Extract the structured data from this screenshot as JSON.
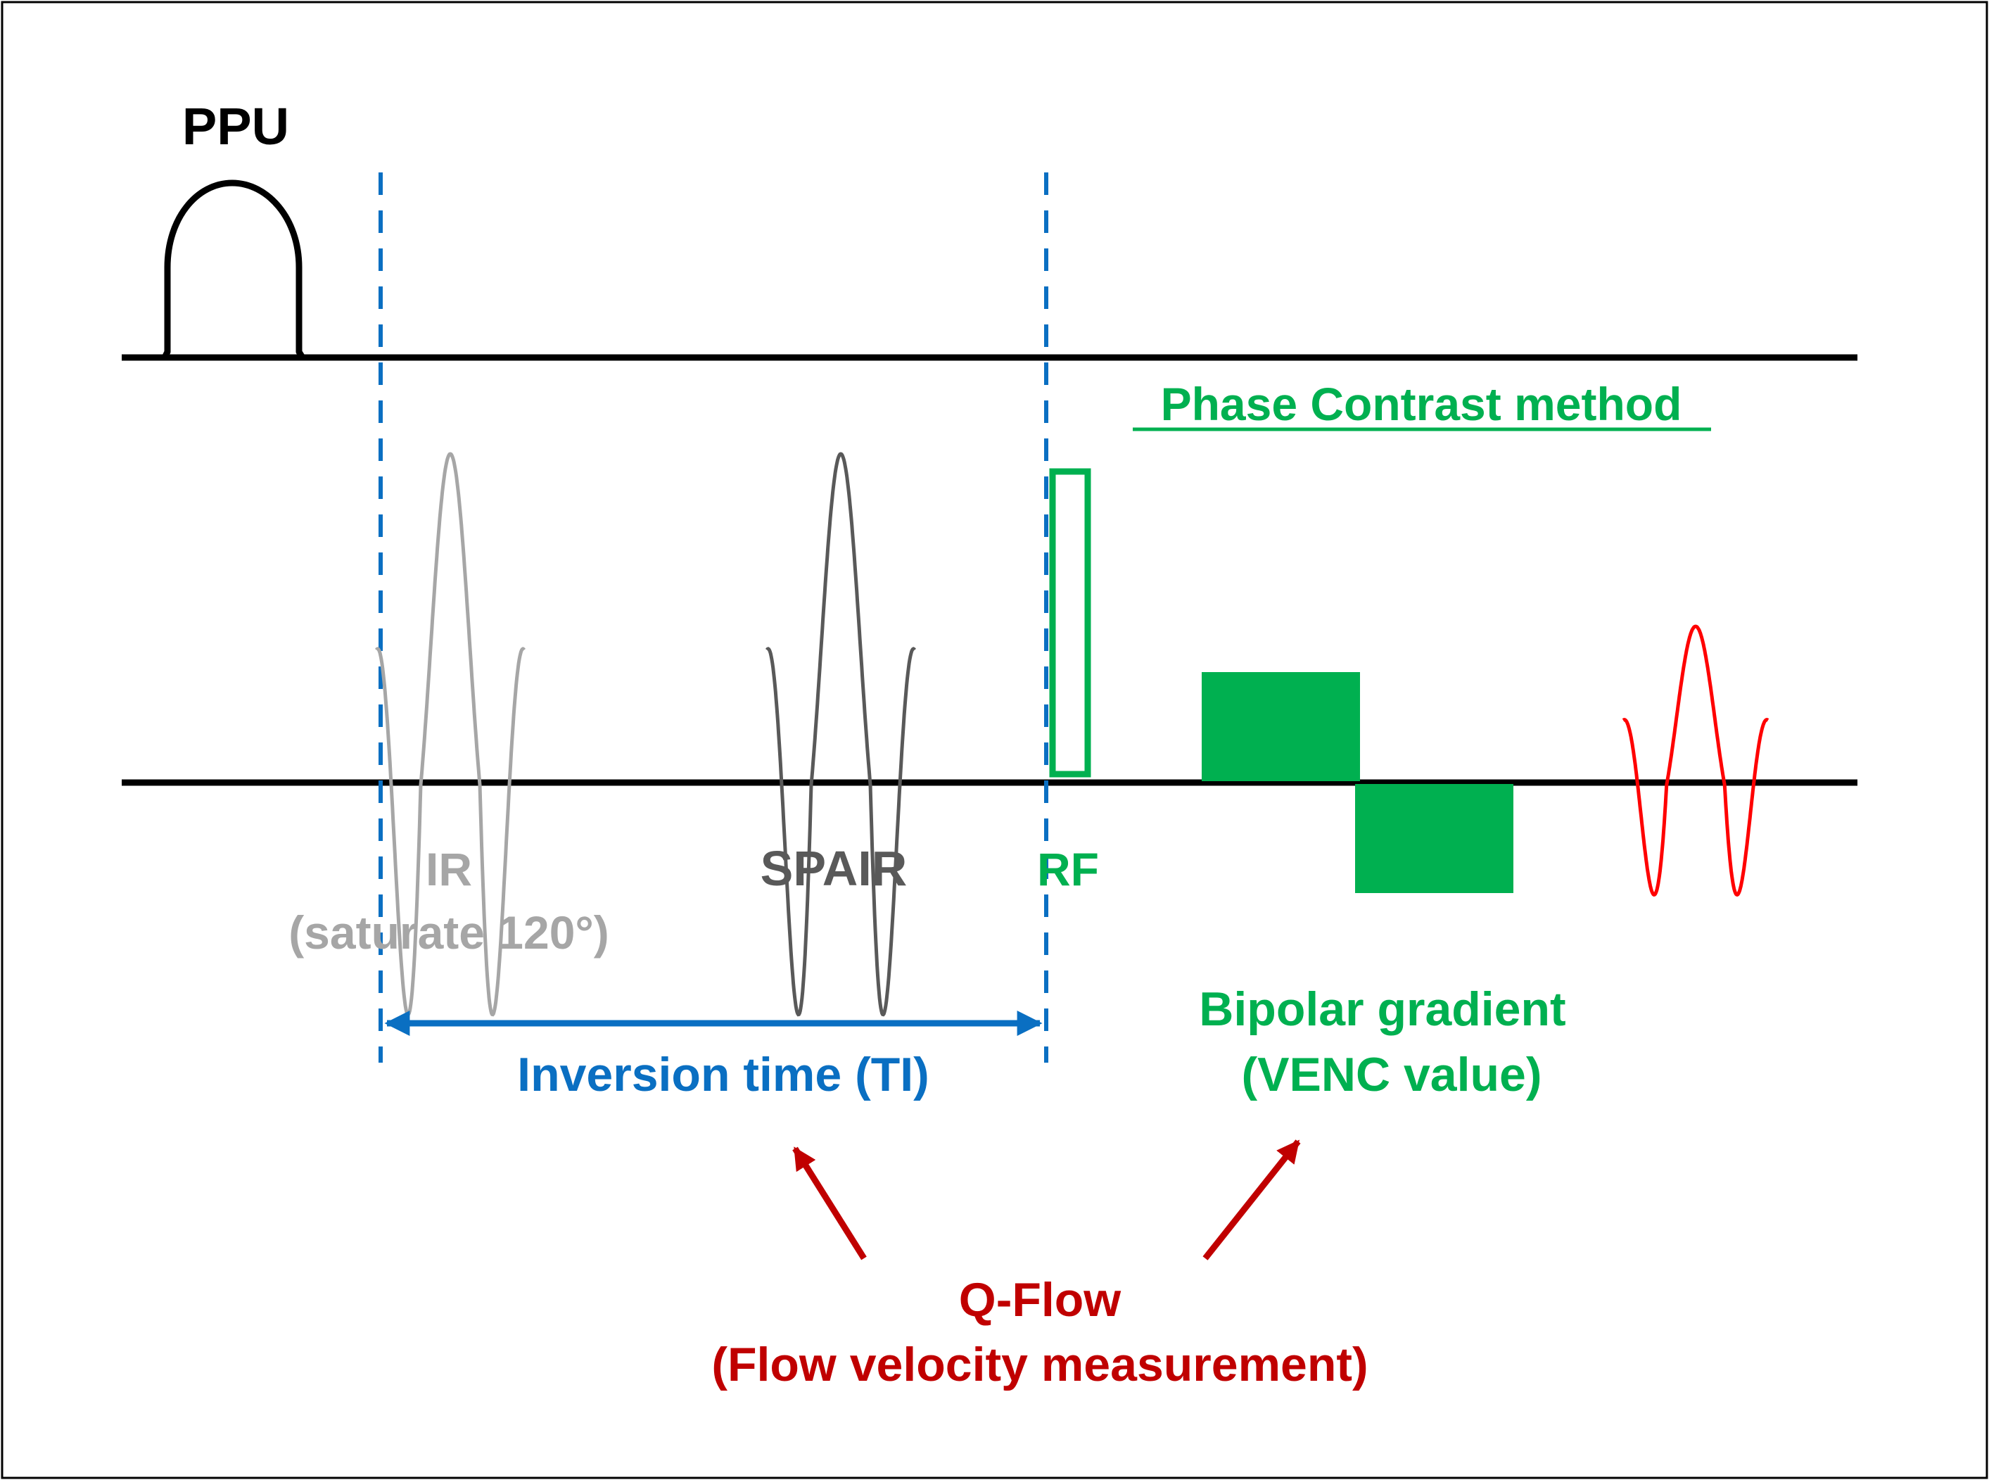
{
  "labels": {
    "ppu": "PPU",
    "phase_contrast": "Phase Contrast method",
    "ir": "IR",
    "ir_sub": "(saturate 120°)",
    "spair": "SPAIR",
    "rf": "RF",
    "bipolar": "Bipolar gradient",
    "bipolar_sub": "(VENC value)",
    "inversion_time": "Inversion time (TI)",
    "qflow": "Q-Flow",
    "qflow_sub": "(Flow velocity measurement)"
  },
  "colors": {
    "black": "#000000",
    "blue": "#0a6fc2",
    "green": "#00b050",
    "red": "#c00000",
    "echo_red": "#ff0000",
    "ir_gray": "#a6a6a6",
    "spair_gray": "#595959"
  }
}
